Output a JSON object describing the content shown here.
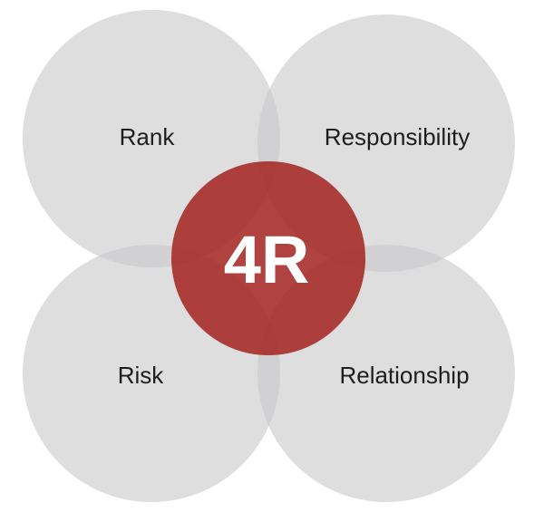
{
  "diagram": {
    "center_label": "4R",
    "circles": [
      {
        "id": "rank",
        "label": "Rank"
      },
      {
        "id": "responsibility",
        "label": "Responsibility"
      },
      {
        "id": "risk",
        "label": "Risk"
      },
      {
        "id": "relationship",
        "label": "Relationship"
      }
    ]
  },
  "colors": {
    "circle_fill": "#c9c9cb",
    "center_fill": "#a3231f",
    "center_label": "#ffffff",
    "label_text": "#1e1e1e"
  }
}
